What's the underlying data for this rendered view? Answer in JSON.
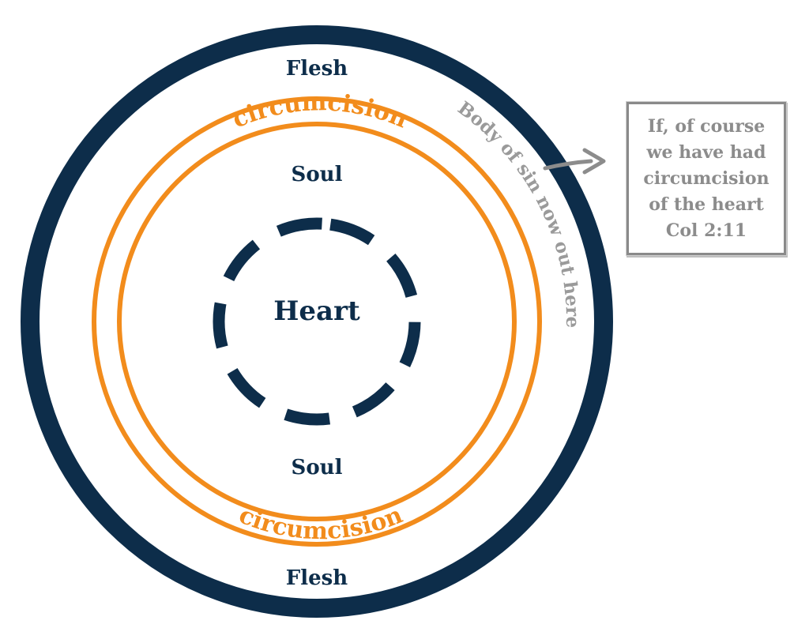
{
  "labels": {
    "flesh_top": "Flesh",
    "circumcision_top": "circumcision",
    "soul_top": "Soul",
    "heart": "Heart",
    "soul_bottom": "Soul",
    "circumcision_bottom": "circumcision",
    "flesh_bottom": "Flesh",
    "body_of_sin": "Body of sin now out here"
  },
  "callout": {
    "lines": [
      "If, of course",
      "we have had",
      "circumcision",
      "of the heart",
      "Col 2:11"
    ]
  },
  "colors": {
    "navy": "#0d2d4a",
    "orange": "#f28c1c",
    "grey": "#8c8c8c",
    "background": "#ffffff"
  },
  "icons": {
    "arrow": "arrow-right-icon"
  }
}
